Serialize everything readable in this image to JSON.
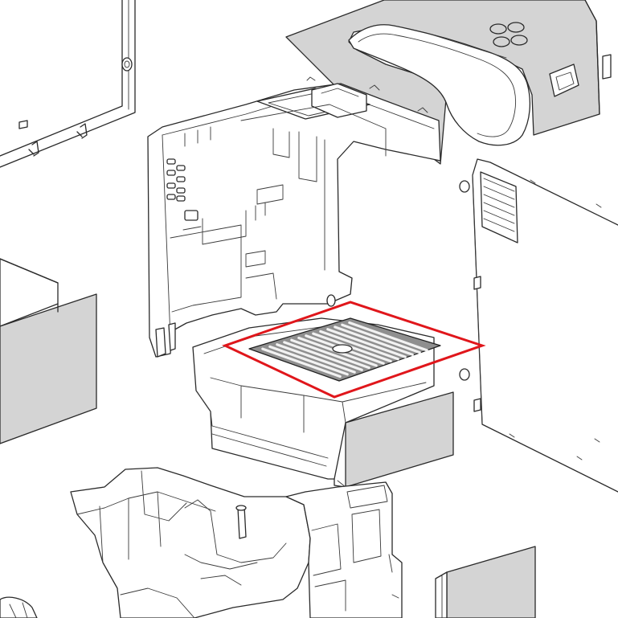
{
  "colors": {
    "background": "#ffffff",
    "line": "#2a2a2a",
    "panel_gray": "#d4d4d4",
    "grate_gray": "#8f8f8f",
    "highlight": "#e0161b"
  },
  "parts": [
    {
      "id": "left-housing-panel",
      "shade": "outline"
    },
    {
      "id": "top-cover",
      "shade": "gray"
    },
    {
      "id": "inner-frame",
      "shade": "outline"
    },
    {
      "id": "right-side-panel",
      "shade": "outline"
    },
    {
      "id": "left-box",
      "shade": "gray"
    },
    {
      "id": "drip-tray",
      "shade": "outline"
    },
    {
      "id": "drip-tray-grate",
      "shade": "dark-gray",
      "highlighted": true
    },
    {
      "id": "drip-tray-front-cover",
      "shade": "gray"
    },
    {
      "id": "base-chassis",
      "shade": "outline"
    },
    {
      "id": "lower-right-panel",
      "shade": "gray"
    }
  ],
  "highlight": {
    "target": "drip-tray-grate",
    "shape": "parallelogram-outline"
  }
}
